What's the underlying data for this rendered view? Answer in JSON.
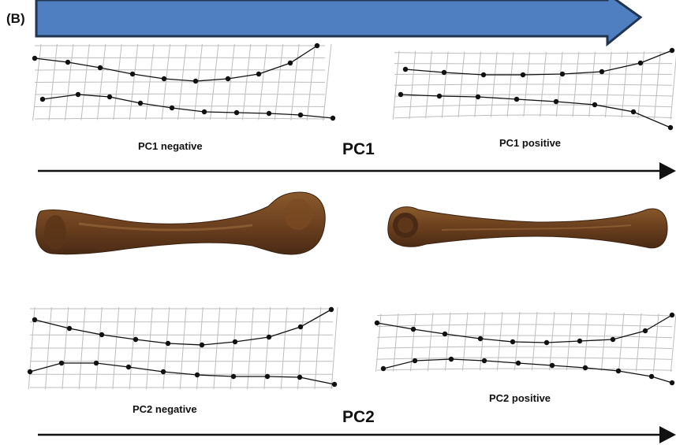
{
  "panel_label": "(B)",
  "pc1": {
    "title": "PC1",
    "negative_label": "PC1 negative",
    "positive_label": "PC1 positive"
  },
  "pc2": {
    "title": "PC2",
    "negative_label": "PC2 negative",
    "positive_label": "PC2 positive"
  },
  "colors": {
    "banner_fill": "#4f7fc1",
    "banner_stroke": "#1f3550",
    "grid": "#bdbdbd",
    "landmark": "#111111",
    "bone_dark": "#4a2a14",
    "bone_mid": "#7a4a22",
    "bone_light": "#9a6a3a"
  }
}
